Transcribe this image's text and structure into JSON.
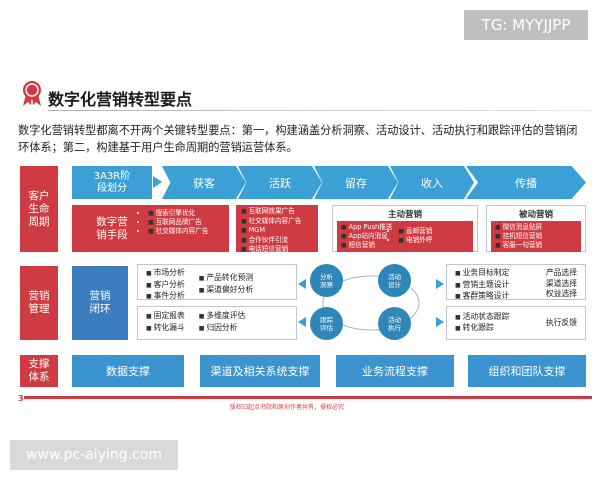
{
  "watermark_top": "TG: MYYJJPP",
  "watermark_bottom": "www.pc-aiying.com",
  "title": "数字化营销转型要点",
  "intro": "数字化营销转型都离不开两个关键转型要点：第一，构建涵盖分析洞察、活动设计、活动执行和跟踪评估的营销闭环体系；第二，构建基于用户生命周期的营销运营体系。",
  "rows": {
    "lifecycle": "客户\n生命\n周期",
    "marketing": "营销\n管理",
    "support": "支撑\n体系"
  },
  "stage_label": "3A3R阶\n段划分",
  "stages": [
    "获客",
    "活跃",
    "留存",
    "收入",
    "传播"
  ],
  "means_label": "数字营\n销手段",
  "means": {
    "acquire": [
      "搜索引擎优化",
      "互联网品牌广告",
      "社交媒体内容广告"
    ],
    "active": [
      "互联网效果广告",
      "社交媒体内容广告",
      "MGM",
      "合作伙伴引流",
      "电话短信营销"
    ],
    "active_group_title": "主动营销",
    "active_group_left": [
      "App Push推送",
      "App站内消息",
      "短信营销"
    ],
    "active_group_right": [
      "直邮营销",
      "电销外呼"
    ],
    "passive_group_title": "被动营销",
    "passive_group": [
      "微信消息贴屏",
      "挂机短信营销",
      "客服一句营销"
    ]
  },
  "loop_label": "营销\n闭环",
  "analysis": {
    "left_top": [
      "市场分析",
      "客户分析",
      "事件分析"
    ],
    "right_top": [
      "产品转化预测",
      "渠道偏好分析"
    ],
    "left_bottom": [
      "固定报表",
      "转化漏斗"
    ],
    "right_bottom": [
      "多维度评估",
      "归因分析"
    ]
  },
  "cycle": [
    "分析\n洞察",
    "活动\n设计",
    "跟踪\n评估",
    "活动\n执行"
  ],
  "design": {
    "left": [
      "业务目标制定",
      "营销主题设计",
      "客群策略设计"
    ],
    "right": [
      "产品选择",
      "渠道选择",
      "权益选择"
    ]
  },
  "execution": {
    "left": [
      "活动状态跟踪",
      "转化跟踪"
    ],
    "right": "执行反馈"
  },
  "supports": [
    "数据支撑",
    "渠道及相关系统支撑",
    "业务流程支撑",
    "组织和团队支撑"
  ],
  "page_number": "3",
  "copyright": "版权归起点书院和原创作者共有，侵权必究",
  "colors": {
    "red": "#cf3b42",
    "blue": "#3ba0d6",
    "dark_blue": "#2e86b9"
  }
}
